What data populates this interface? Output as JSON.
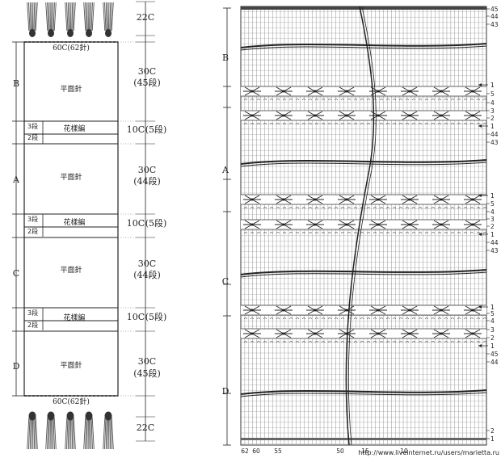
{
  "schematic": {
    "fringe": "22C",
    "width": "60C(62針)",
    "sections": [
      {
        "letter": "B",
        "name": "平面針",
        "length": "30C",
        "rows": "(45段)"
      },
      {
        "name": "花樣編",
        "length": "10C",
        "rows": "(5段)",
        "top": "3段",
        "bottom": "2段"
      },
      {
        "letter": "A",
        "name": "平面針",
        "length": "30C",
        "rows": "(44段)"
      },
      {
        "name": "花樣編",
        "length": "10C",
        "rows": "(5段)",
        "top": "3段",
        "bottom": "2段"
      },
      {
        "letter": "C",
        "name": "平面針",
        "length": "30C",
        "rows": "(44段)"
      },
      {
        "name": "花樣編",
        "length": "10C",
        "rows": "(5段)",
        "top": "3段",
        "bottom": "2段"
      },
      {
        "letter": "D",
        "name": "平面針",
        "length": "30C",
        "rows": "(45段)"
      }
    ]
  },
  "chart": {
    "section_letters": [
      "B",
      "A",
      "C",
      "D"
    ],
    "row_numbers": [
      "45",
      "44",
      "43",
      "1",
      "5",
      "4",
      "3",
      "2",
      "1",
      "44",
      "43",
      "1",
      "5",
      "4",
      "3",
      "2",
      "1",
      "44",
      "43",
      "1",
      "5",
      "4",
      "3",
      "2",
      "1",
      "45",
      "44",
      "2",
      "1"
    ],
    "column_numbers": [
      "62",
      "60",
      "55",
      "50",
      "15",
      "10"
    ],
    "watermark": "http://www.liveinternet.ru/users/marietta.ru"
  }
}
